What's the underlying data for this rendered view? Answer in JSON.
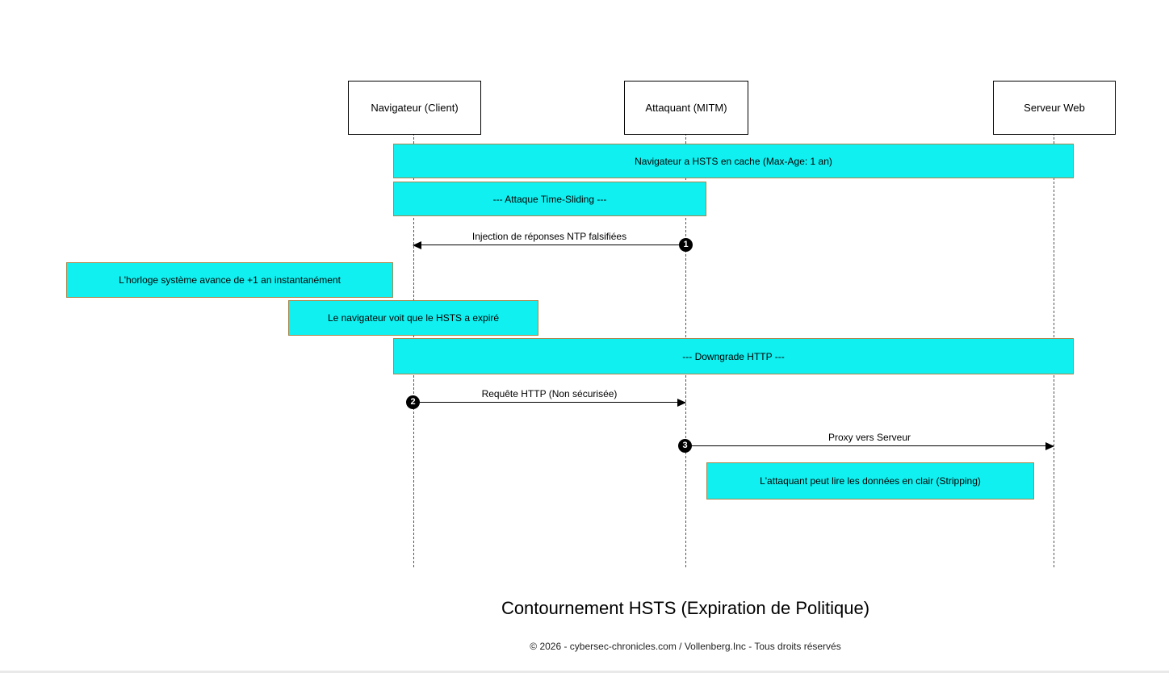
{
  "colors": {
    "note_fill": "#10f0f0",
    "note_border": "#a8854b",
    "line": "#000000",
    "lifeline": "#555555"
  },
  "actors": [
    {
      "label": "Navigateur (Client)"
    },
    {
      "label": "Attaquant (MITM)"
    },
    {
      "label": "Serveur Web"
    }
  ],
  "notes": {
    "hsts_cache": "Navigateur a HSTS en cache (Max-Age: 1 an)",
    "time_sliding": "--- Attaque Time-Sliding ---",
    "clock_advance": "L'horloge système avance de +1 an instantanément",
    "hsts_expired": "Le navigateur voit que le HSTS a expiré",
    "downgrade": "--- Downgrade HTTP ---",
    "stripping": "L'attaquant peut lire les données en clair (Stripping)"
  },
  "messages": [
    {
      "num": "1",
      "label": "Injection de réponses NTP falsifiées"
    },
    {
      "num": "2",
      "label": "Requête HTTP (Non sécurisée)"
    },
    {
      "num": "3",
      "label": "Proxy vers Serveur"
    }
  ],
  "title": "Contournement HSTS (Expiration de Politique)",
  "footer": "© 2026 - cybersec-chronicles.com / Vollenberg.Inc - Tous droits réservés"
}
